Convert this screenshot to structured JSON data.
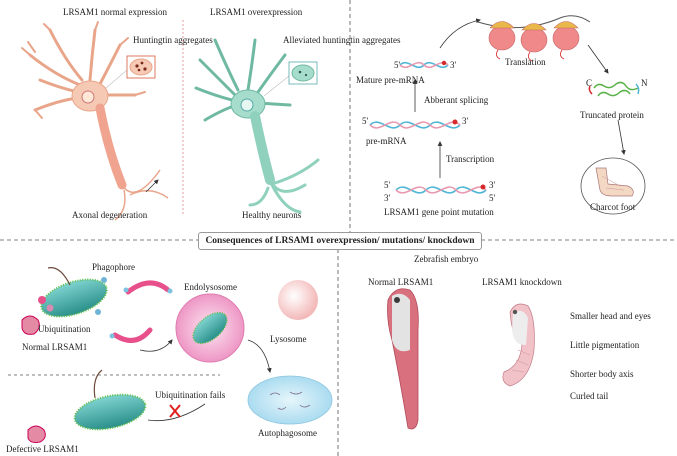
{
  "panel_neuron": {
    "normal_title": "LRSAM1 normal expression",
    "overexpression_title": "LRSAM1 overexpression",
    "huntingtin_aggregates": "Huntingtin aggregates",
    "alleviated_aggregates": "Alleviated huntingtin aggregates",
    "axonal_degeneration": "Axonal degeneration",
    "healthy_neurons": "Healthy neurons",
    "colors": {
      "normal_neuron": "#f3b79c",
      "healthy_neuron": "#8fd1bd",
      "aggregate": "#d45a3a"
    }
  },
  "panel_mutation": {
    "mature_pre_mrna": "Mature pre-mRNA",
    "abberant_splicing": "Abberant splicing",
    "pre_mrna": "pre-mRNA",
    "transcription": "Transcription",
    "gene_point_mutation": "LRSAM1 gene point mutation",
    "translation": "Translation",
    "truncated_protein": "Truncated protein",
    "charcot_foot": "Charcot foot",
    "five_prime": "5'",
    "three_prime": "3'",
    "c_terminus": "C",
    "n_terminus": "N",
    "colors": {
      "rna": "#4fb6d6",
      "mutation": "#d62a2a",
      "ribosome": "#f08a8a",
      "ribosome_cap": "#e8b84a"
    }
  },
  "banner": "Consequences of LRSAM1 overexpression/ mutations/ knockdown",
  "panel_autophagy": {
    "phagophore": "Phagophore",
    "ubiquitination": "Ubiquitination",
    "normal_lrsam1": "Normal LRSAM1",
    "endolysosome": "Endolysosome",
    "lysosome": "Lysosome",
    "autophagosome": "Autophagosome",
    "ubiquitination_fails": "Ubiquitination fails",
    "defective_lrsam1": "Defective LRSAM1",
    "colors": {
      "bacterium": "#3aa7a0",
      "cilia": "#5cbf48",
      "phagophore": "#e8508c",
      "lysosome": "#f5c9c9",
      "autophagosome": "#b8e0f0",
      "fail_mark": "#e02020"
    }
  },
  "panel_zebrafish": {
    "title": "Zebrafish embryo",
    "normal": "Normal LRSAM1",
    "knockdown": "LRSAM1 knockdown",
    "phenotypes": [
      "Smaller head and eyes",
      "Little pigmentation",
      "Shorter body axis",
      "Curled tail"
    ],
    "colors": {
      "embryo": "#d9707e",
      "yolk": "#e3e3e3"
    }
  }
}
